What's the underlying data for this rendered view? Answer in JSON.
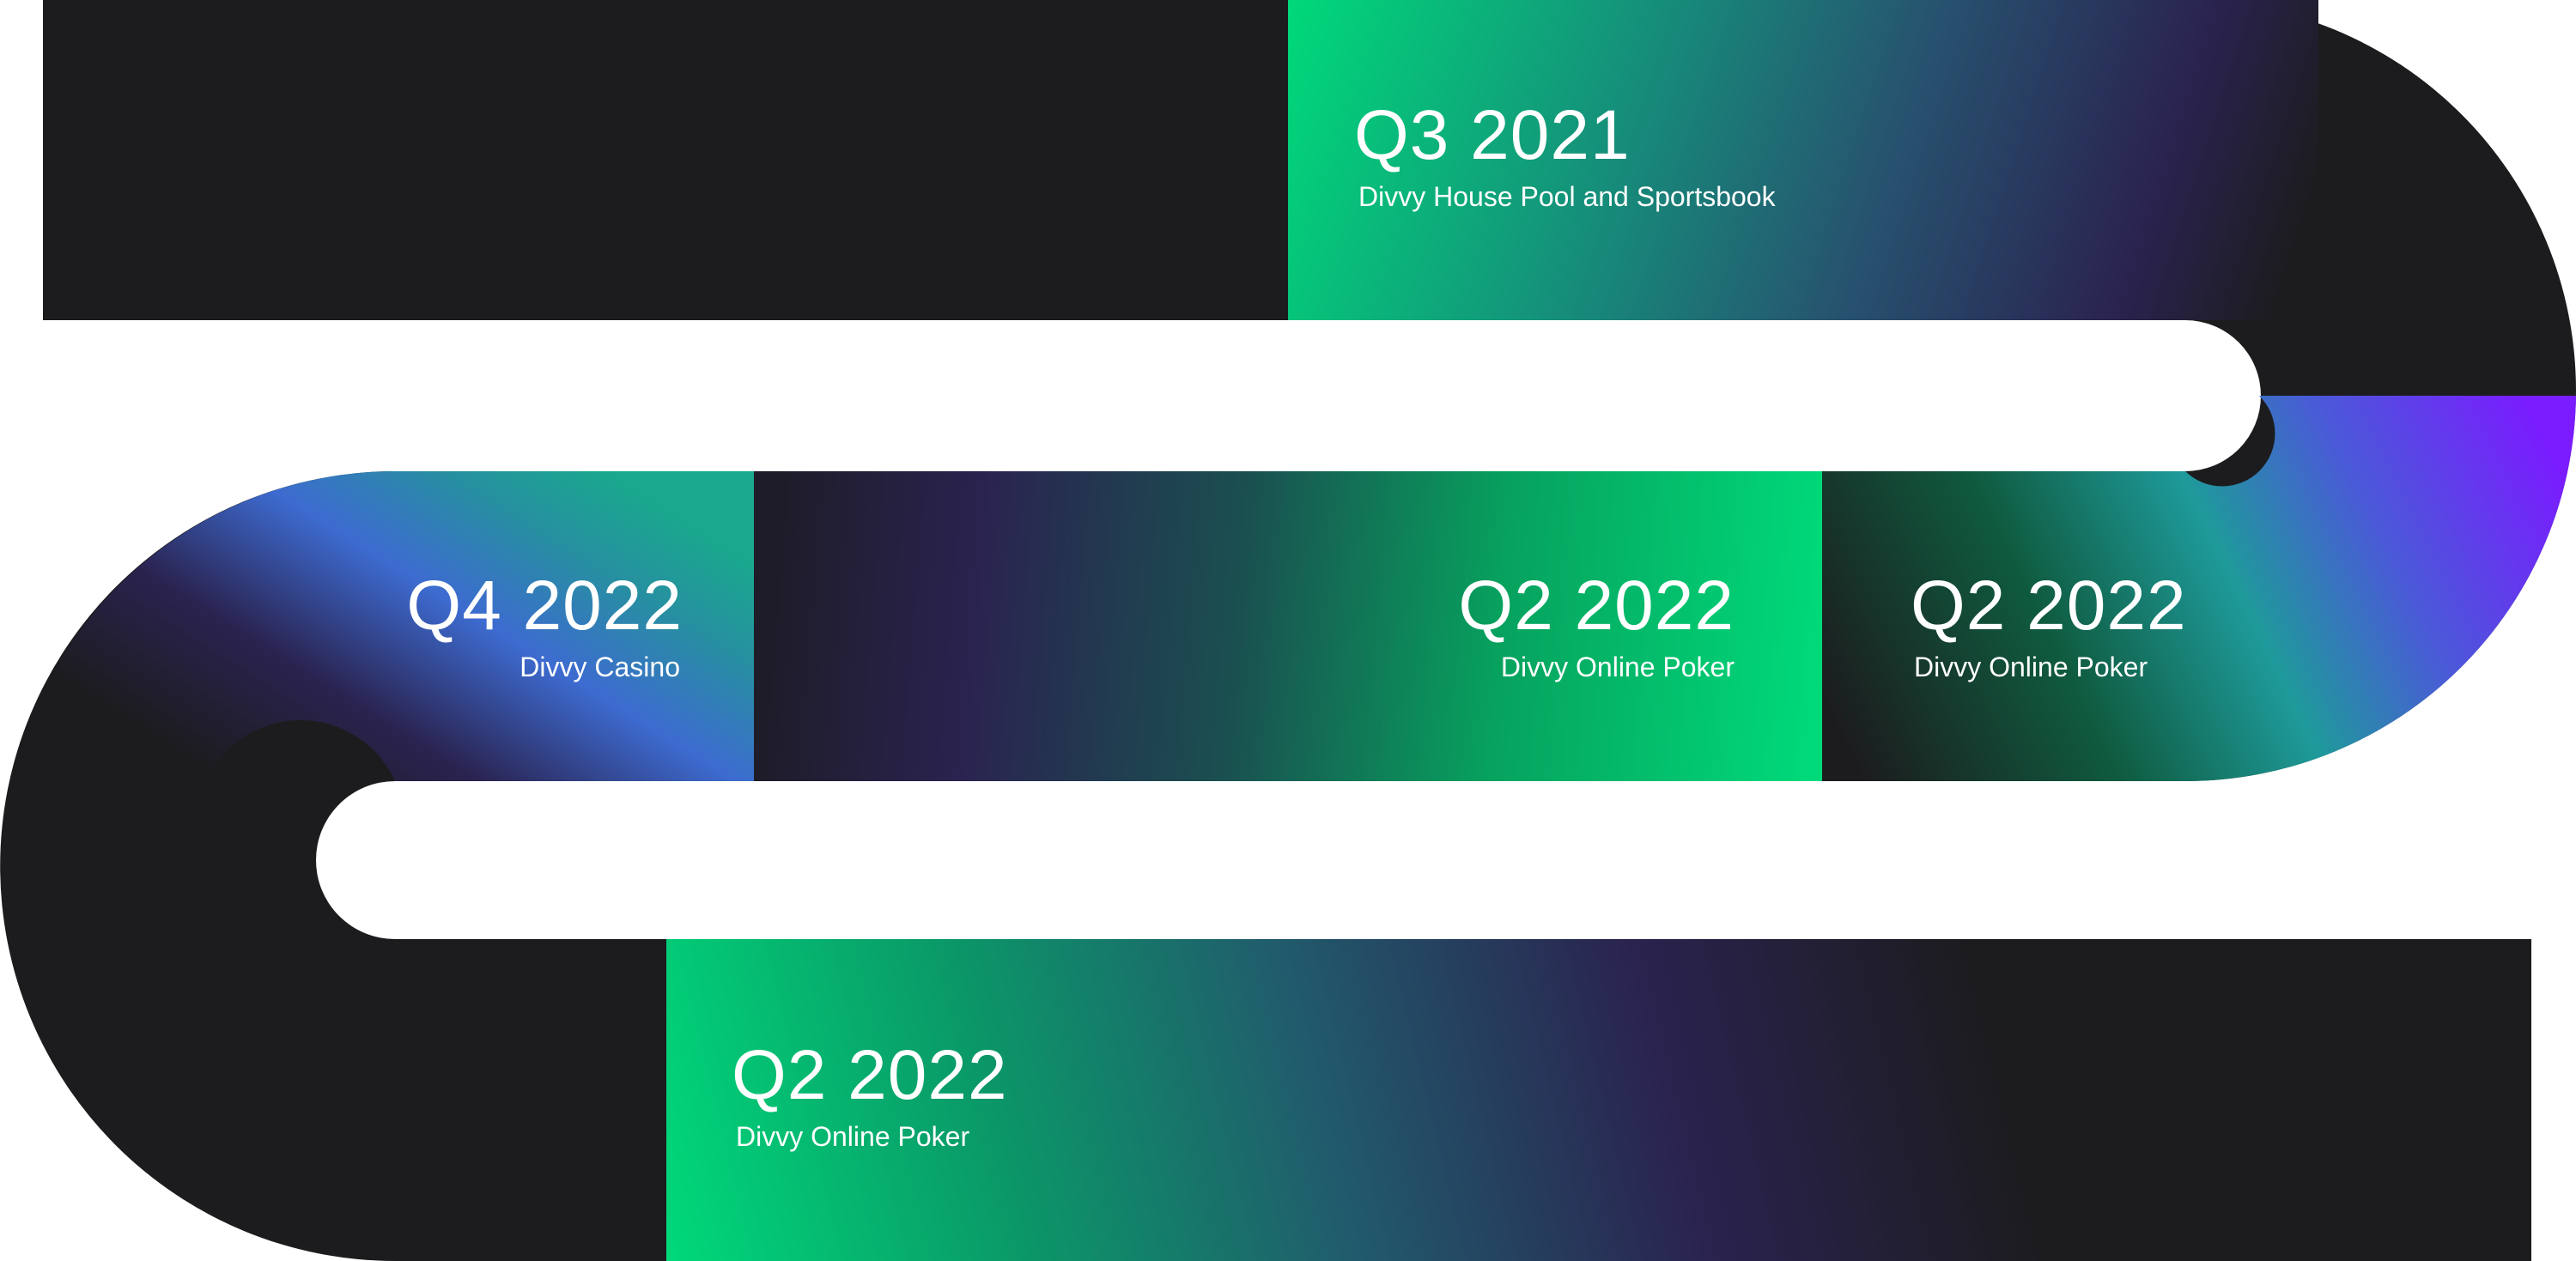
{
  "milestones": [
    {
      "quarter": "Q3 2021",
      "product": "Divvy House Pool and Sportsbook"
    },
    {
      "quarter": "Q2 2022",
      "product": "Divvy Online Poker"
    },
    {
      "quarter": "Q2 2022",
      "product": "Divvy Online Poker"
    },
    {
      "quarter": "Q4 2022",
      "product": "Divvy Casino"
    },
    {
      "quarter": "Q2 2022",
      "product": "Divvy Online Poker"
    }
  ],
  "colors": {
    "track": "#1c1c1e",
    "green": "#00d97a",
    "teal": "#1e9a9a",
    "blue": "#3d6bd0",
    "indigo": "#2a2350",
    "violet": "#7a1cff",
    "text": "#ffffff",
    "background": "#ffffff"
  }
}
